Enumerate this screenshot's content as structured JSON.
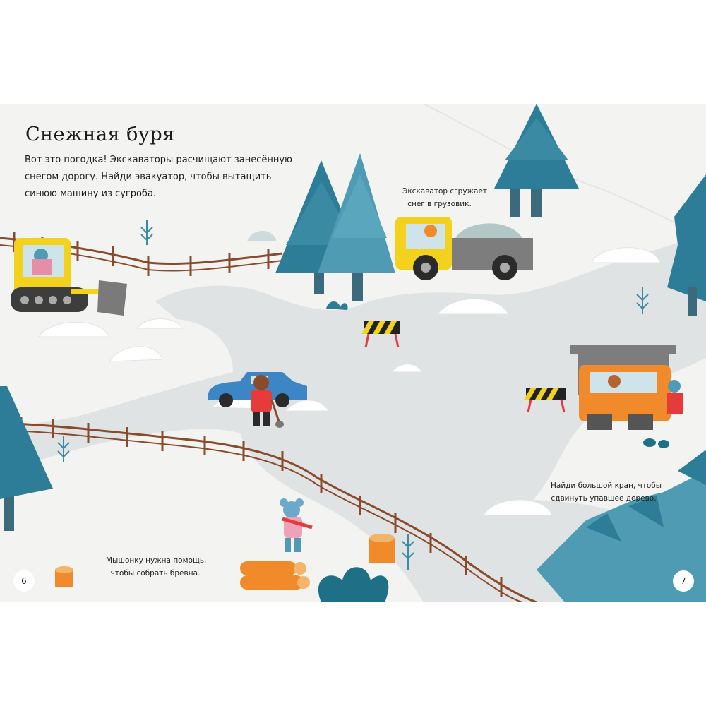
{
  "title": "Снежная буря",
  "intro": [
    "Вот это погодка! Экскаваторы расчищают занесённую",
    "снегом дорогу. Найди эвакуатор, чтобы вытащить",
    "синюю машину из сугроба."
  ],
  "captions": {
    "excavator": [
      "Экскаватор сгружает",
      "снег в грузовик."
    ],
    "crane": [
      "Найди большой кран, чтобы",
      "сдвинуть упавшее дерево."
    ],
    "mouse": [
      "Мышонку нужна помощь,",
      "чтобы собрать брёвна."
    ]
  },
  "page_numbers": {
    "left": "6",
    "right": "7"
  },
  "colors": {
    "snow": "#f3f4f1",
    "road": "#dfe3e3",
    "tree": "#2d7d98",
    "tree_light": "#4e9bb3",
    "fence": "#8a4a2c",
    "yellow": "#f2d21c",
    "orange": "#f08a2a",
    "blue_car": "#3d86c6"
  }
}
